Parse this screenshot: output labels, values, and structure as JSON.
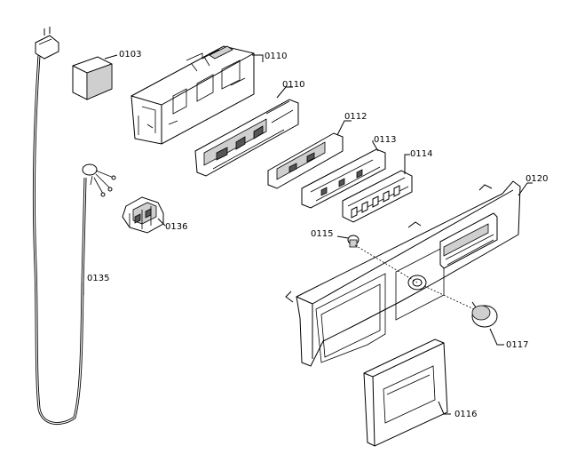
{
  "labels": {
    "p0103": "0103",
    "p0110": "0110",
    "p0112": "0112",
    "p0113": "0113",
    "p0114": "0114",
    "p0115": "0115",
    "p0116": "0116",
    "p0117": "0117",
    "p0120": "0120",
    "p0135": "0135",
    "p0136": "0136"
  }
}
